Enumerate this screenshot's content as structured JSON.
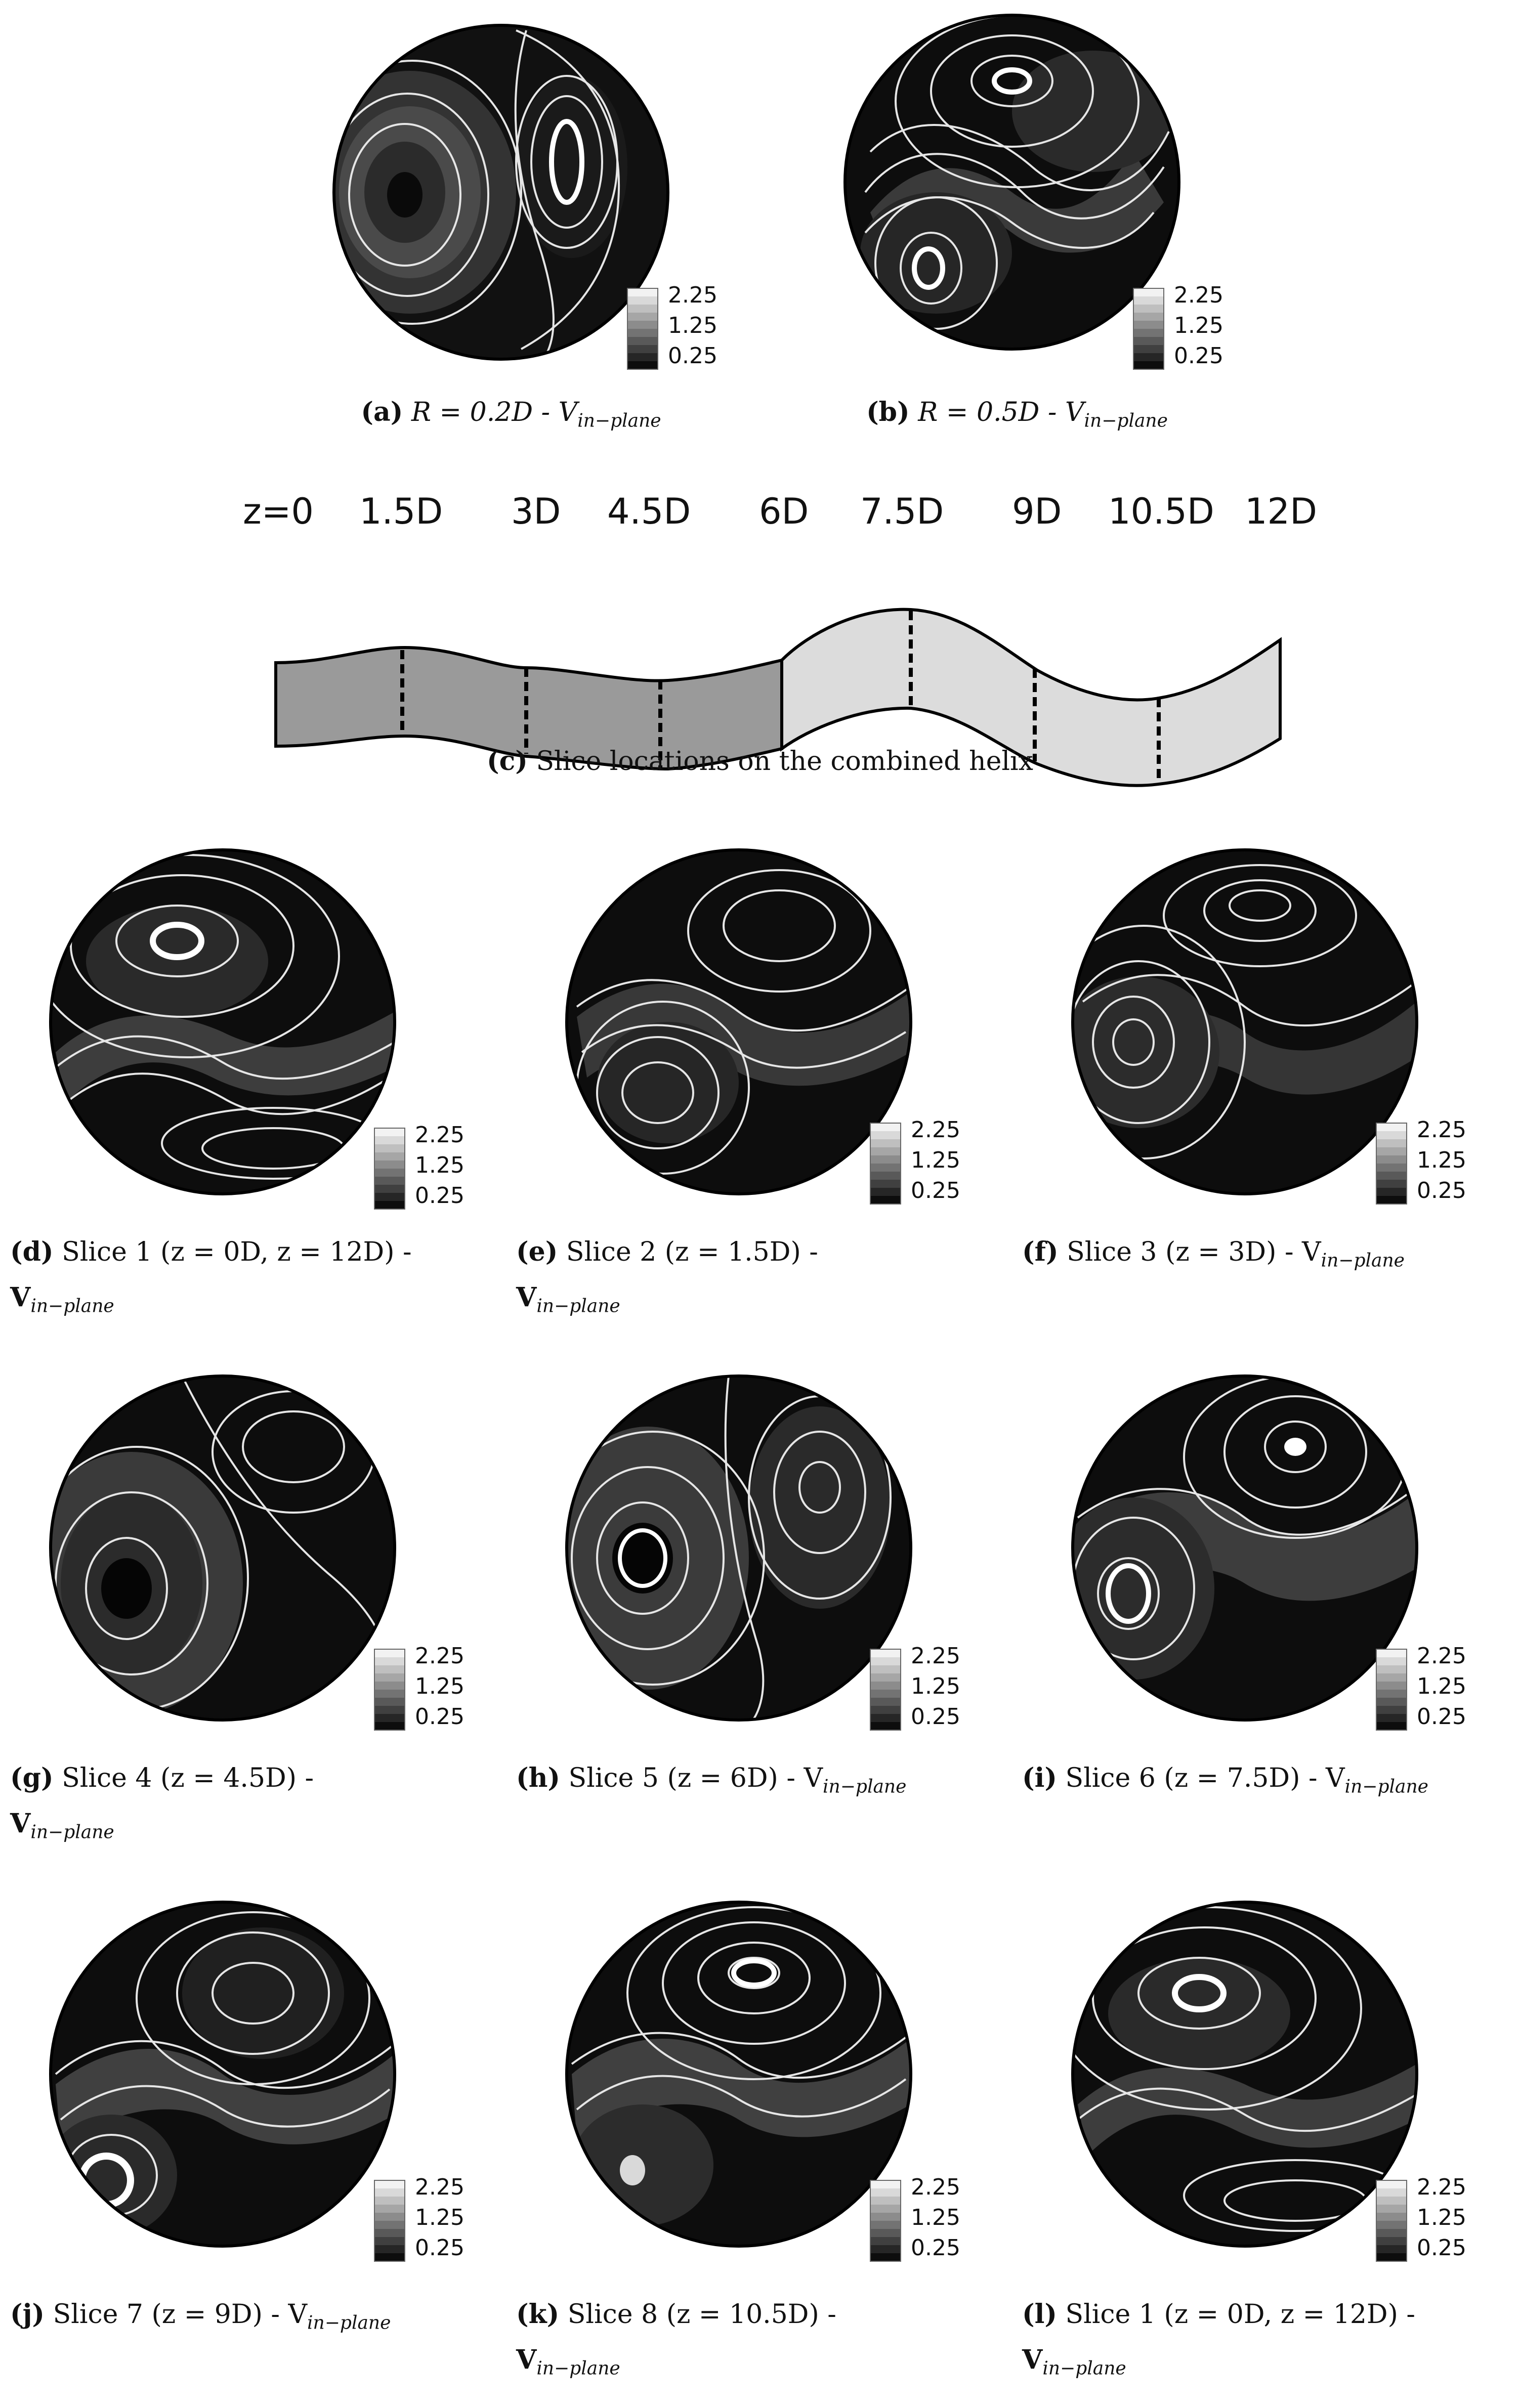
{
  "colorbar": {
    "ticks": [
      "2.25",
      "1.25",
      "0.25"
    ],
    "colors": [
      "#f2f2f2",
      "#d9d9d9",
      "#bfbfbf",
      "#a6a6a6",
      "#8c8c8c",
      "#737373",
      "#595959",
      "#404040",
      "#262626",
      "#0d0d0d"
    ]
  },
  "panels": {
    "a": {
      "tag": "(a)",
      "text": "R = 0.2D - V",
      "sub": "in−plane"
    },
    "b": {
      "tag": "(b)",
      "text": "R = 0.5D - V",
      "sub": "in−plane"
    },
    "c": {
      "tag": "(c)",
      "text": "Slice locations on the combined helix"
    },
    "d": {
      "tag": "(d)",
      "text": "Slice 1 (z = 0D, z = 12D) -",
      "line2": "V",
      "sub": "in−plane"
    },
    "e": {
      "tag": "(e)",
      "text": "Slice 2 (z = 1.5D) -",
      "line2": "V",
      "sub": "in−plane"
    },
    "f": {
      "tag": "(f)",
      "text": "Slice 3 (z = 3D) - V",
      "sub": "in−plane"
    },
    "g": {
      "tag": "(g)",
      "text": "Slice 4 (z = 4.5D) -",
      "line2": "V",
      "sub": "in−plane"
    },
    "h": {
      "tag": "(h)",
      "text": "Slice 5 (z = 6D) - V",
      "sub": "in−plane"
    },
    "i": {
      "tag": "(i)",
      "text": "Slice 6 (z = 7.5D) - V",
      "sub": "in−plane"
    },
    "j": {
      "tag": "(j)",
      "text": "Slice 7 (z = 9D) - V",
      "sub": "in−plane"
    },
    "k": {
      "tag": "(k)",
      "text": "Slice 8 (z = 10.5D) -",
      "line2": "V",
      "sub": "in−plane"
    },
    "l": {
      "tag": "(l)",
      "text": "Slice 1 (z = 0D, z = 12D) -",
      "line2": "V",
      "sub": "in−plane"
    }
  },
  "helix": {
    "slice_labels": [
      "z=0",
      "1.5D",
      "3D",
      "4.5D",
      "6D",
      "7.5D",
      "9D",
      "10.5D",
      "12D"
    ],
    "first_half_color": "#9a9a9a",
    "second_half_color": "#dcdcdc"
  }
}
